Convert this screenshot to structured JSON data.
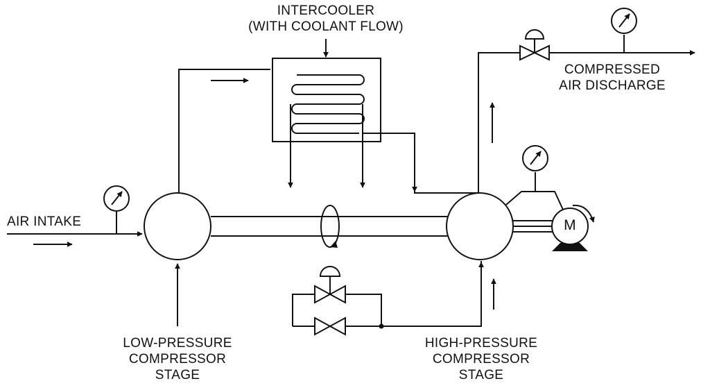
{
  "labels": {
    "intercooler": [
      "INTERCOOLER",
      "(WITH COOLANT FLOW)"
    ],
    "compressed_air": [
      "COMPRESSED",
      "AIR DISCHARGE"
    ],
    "air_intake": "AIR INTAKE",
    "lp_stage": [
      "LOW-PRESSURE",
      "COMPRESSOR",
      "STAGE"
    ],
    "hp_stage": [
      "HIGH-PRESSURE",
      "COMPRESSOR",
      "STAGE"
    ],
    "motor": "M"
  },
  "colors": {
    "ink": "#111111",
    "background": "#ffffff"
  }
}
